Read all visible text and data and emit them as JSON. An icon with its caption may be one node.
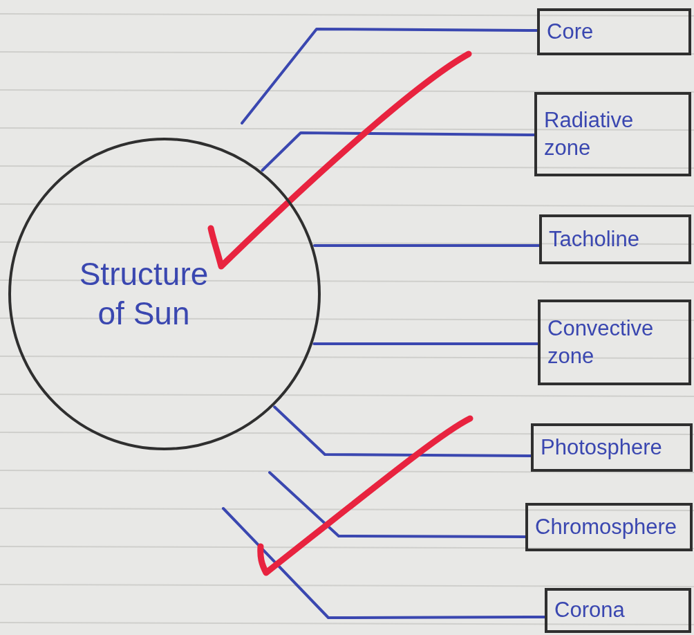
{
  "diagram": {
    "nodes": [
      {
        "text": [
          "Structure of Sun"
        ]
      },
      {
        "text": [
          "Core"
        ]
      },
      {
        "text": [
          "Radiative zone"
        ]
      },
      {
        "text": [
          "Tacholine"
        ]
      },
      {
        "text": [
          "Convective zone"
        ]
      },
      {
        "text": [
          "Photosphere"
        ]
      },
      {
        "text": [
          "Chromosphere"
        ]
      },
      {
        "text": [
          "Corona"
        ]
      }
    ],
    "edges": [
      {
        "from": 1,
        "to": null,
        "arrow": "none"
      },
      {
        "from": 2,
        "to": 0,
        "arrow": "none"
      },
      {
        "from": 3,
        "to": 0,
        "arrow": "none"
      },
      {
        "from": 4,
        "to": 0,
        "arrow": "none"
      },
      {
        "from": 5,
        "to": 0,
        "arrow": "none"
      },
      {
        "from": 6,
        "to": null,
        "arrow": "none"
      },
      {
        "from": 7,
        "to": null,
        "arrow": "none"
      }
    ]
  }
}
